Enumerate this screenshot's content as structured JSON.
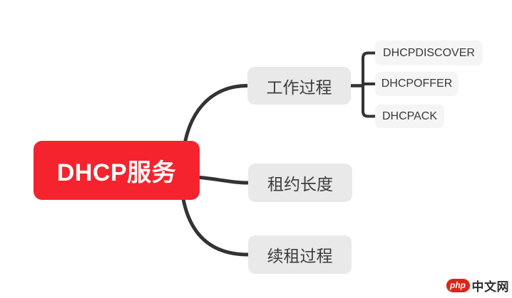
{
  "mindmap": {
    "root": {
      "label": "DHCP服务"
    },
    "branches": [
      {
        "label": "工作过程",
        "children": [
          "DHCPDISCOVER",
          "DHCPOFFER",
          "DHCPACK"
        ]
      },
      {
        "label": "租约长度",
        "children": []
      },
      {
        "label": "续租过程",
        "children": []
      }
    ]
  },
  "watermark": {
    "badge": "php",
    "text": "中文网"
  },
  "colors": {
    "canvas_bg": "#ffffff",
    "root_bg": "#f5232e",
    "root_text": "#ffffff",
    "branch_bg": "#e9e9e9",
    "branch_text": "#3d3d3d",
    "child_bg": "#f5f5f6",
    "child_text": "#38383d",
    "connector": "#333333",
    "watermark_red": "#e02318"
  }
}
